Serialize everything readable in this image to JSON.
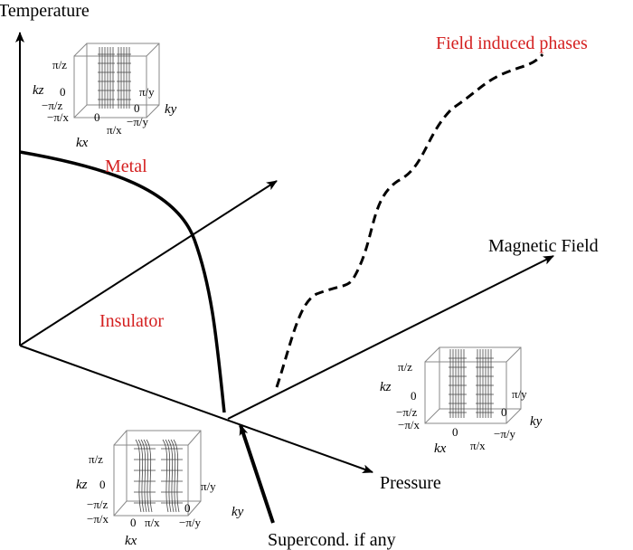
{
  "axes": {
    "temperature": "Temperature",
    "magnetic_field": "Magnetic Field",
    "pressure": "Pressure"
  },
  "regions": {
    "metal": "Metal",
    "insulator": "Insulator",
    "field_induced": "Field induced phases",
    "supercond": "Supercond. if any"
  },
  "inset_ticks": {
    "kz_label": "kz",
    "ky_label": "ky",
    "kx_label": "kx",
    "pz": "π/z",
    "mz": "−π/z",
    "py": "π/y",
    "my": "−π/y",
    "px": "π/x",
    "mx": "−π/x",
    "zero": "0"
  },
  "colors": {
    "axis": "#000000",
    "region_label": "#d42020"
  }
}
